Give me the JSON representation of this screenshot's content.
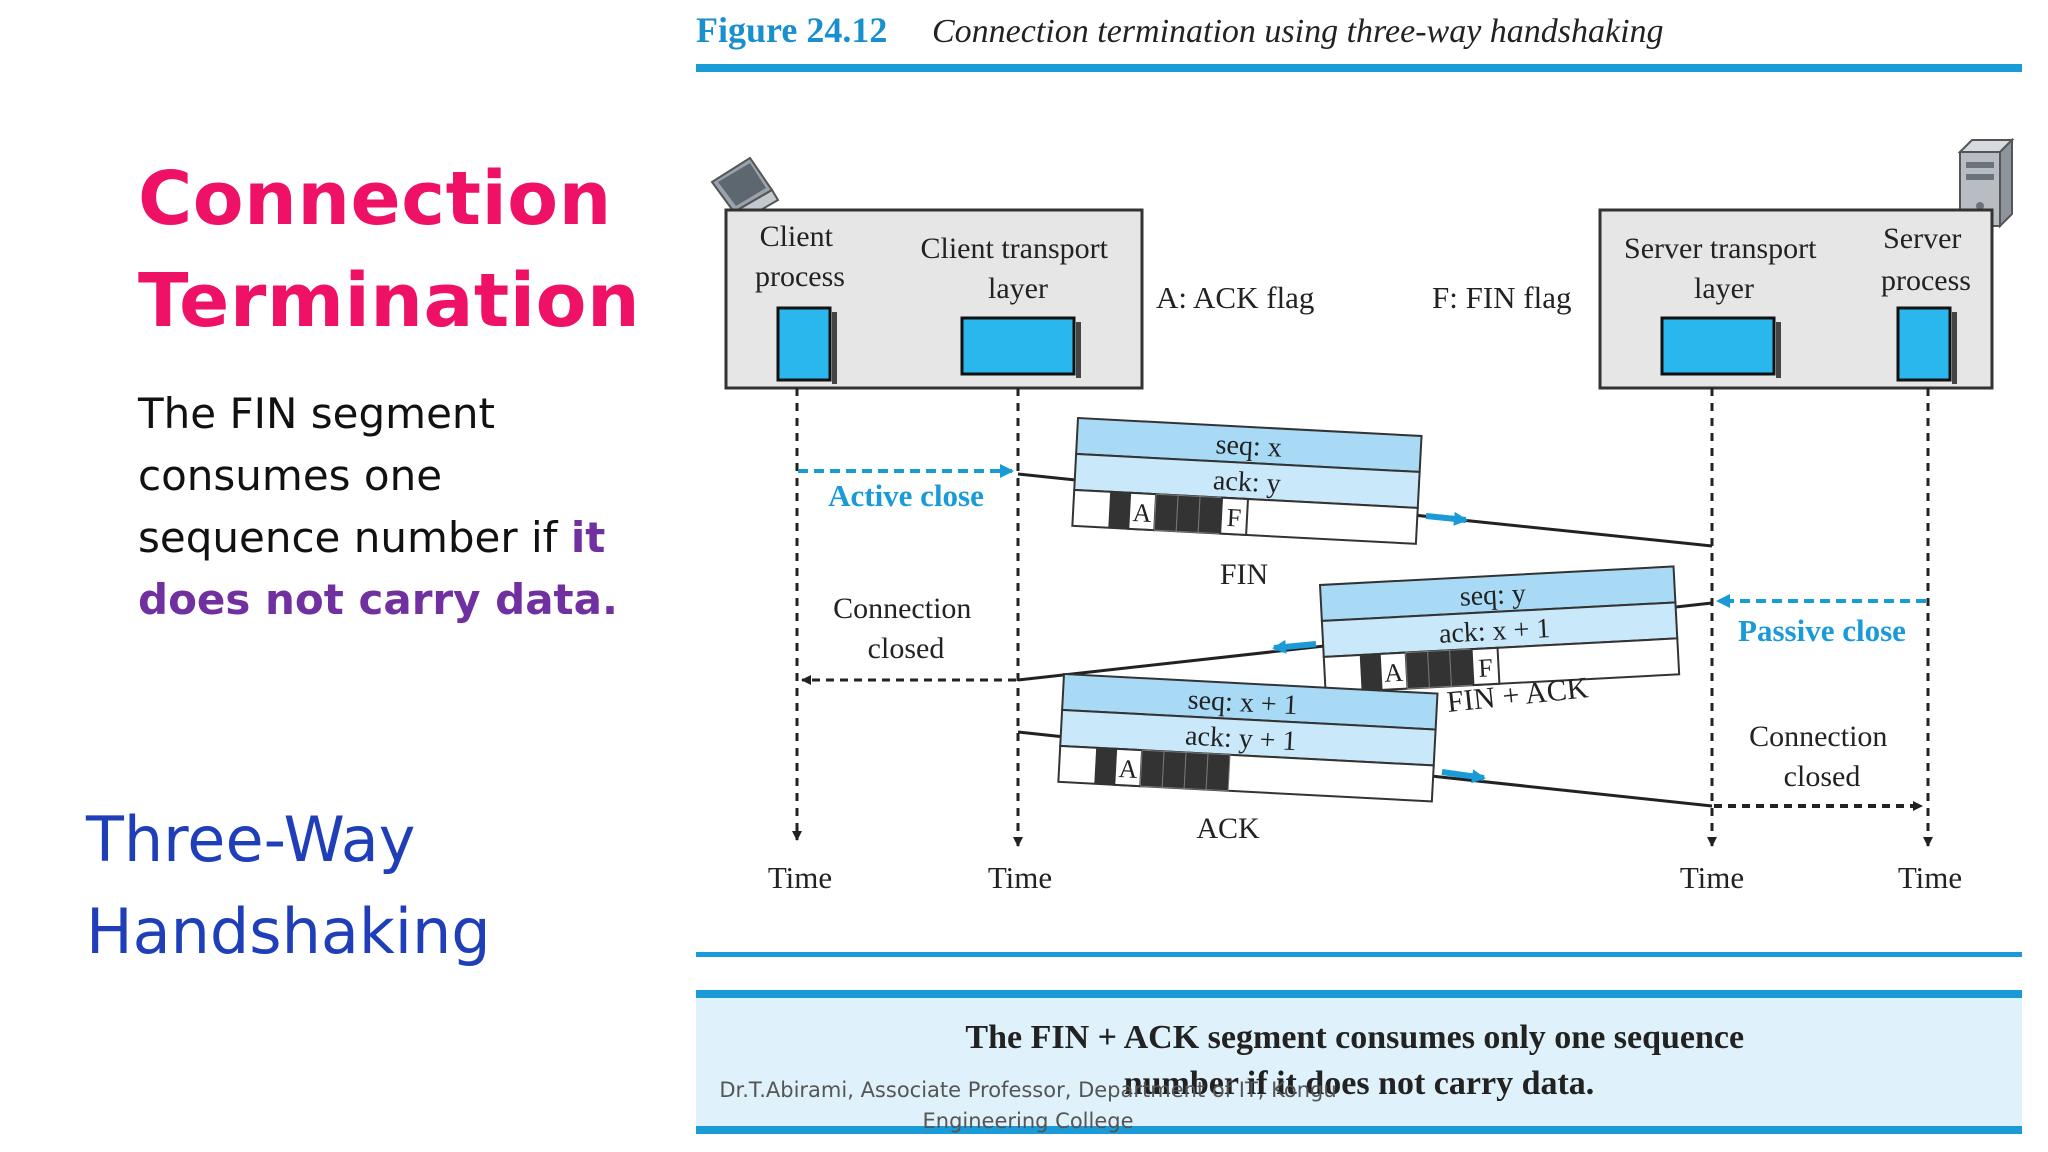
{
  "slide": {
    "title_line1": "Connection",
    "title_line2": "Termination",
    "desc_plain": "The FIN segment consumes one sequence number if ",
    "desc_highlight": "it does not carry data.",
    "subtitle_line1": "Three-Way",
    "subtitle_line2": "Handshaking",
    "footer_line1": "Dr.T.Abirami, Associate Professor,  Department of IT, Kongu",
    "footer_line2": "Engineering College"
  },
  "figure": {
    "number": "Figure 24.12",
    "caption": "Connection termination using three-way handshaking",
    "client_process": [
      "Client",
      "process"
    ],
    "client_transport": [
      "Client transport",
      "layer"
    ],
    "server_transport": [
      "Server transport",
      "layer"
    ],
    "server_process": [
      "Server",
      "process"
    ],
    "legend_ack": "A: ACK flag",
    "legend_fin": "F: FIN flag",
    "active_close": "Active close",
    "passive_close": "Passive close",
    "connection_closed_client": [
      "Connection",
      "closed"
    ],
    "connection_closed_server": [
      "Connection",
      "closed"
    ],
    "time_labels": [
      "Time",
      "Time",
      "Time",
      "Time"
    ],
    "segments": [
      {
        "seq": "seq: x",
        "ack": "ack: y",
        "flag_a": "A",
        "flag_f": "F",
        "name": "FIN"
      },
      {
        "seq": "seq: y",
        "ack": "ack: x + 1",
        "flag_a": "A",
        "flag_f": "F",
        "name": "FIN + ACK"
      },
      {
        "seq": "seq: x + 1",
        "ack": "ack: y + 1",
        "flag_a": "A",
        "name": "ACK"
      }
    ],
    "note": [
      "The FIN + ACK segment consumes only one sequence",
      "number if it does not carry data."
    ]
  },
  "colors": {
    "title": "#ee1166",
    "highlight": "#7030a0",
    "subtitle": "#1f3fb8",
    "accent_blue": "#1a9ad6",
    "box_fill": "#29b7ee",
    "seg_light": "#c9e9fa",
    "seg_mid": "#a8daf5",
    "note_bg": "#dff1fb"
  }
}
